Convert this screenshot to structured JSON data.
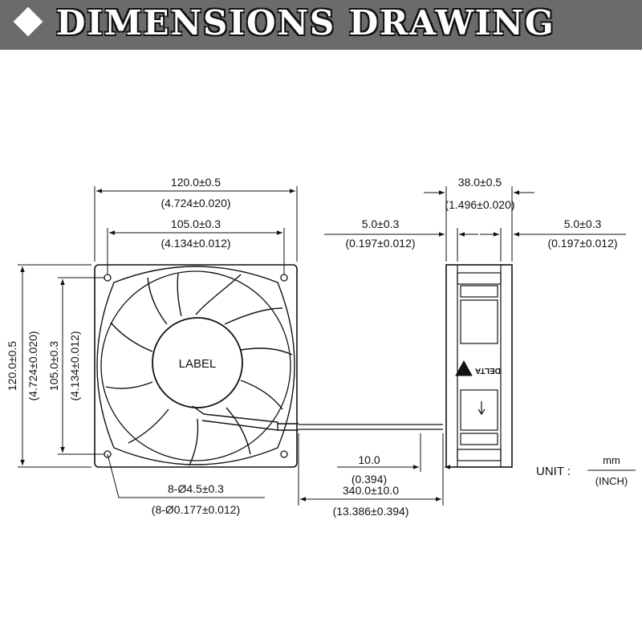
{
  "banner": {
    "title": "DIMENSIONS DRAWING"
  },
  "front_view": {
    "overall_width_mm": "120.0±0.5",
    "overall_width_in": "(4.724±0.020)",
    "hole_spacing_mm": "105.0±0.3",
    "hole_spacing_in": "(4.134±0.012)",
    "overall_height_mm": "120.0±0.5",
    "overall_height_in": "(4.724±0.020)",
    "hole_vspacing_mm": "105.0±0.3",
    "hole_vspacing_in": "(4.134±0.012)",
    "hub_label": "LABEL",
    "hole_dia_mm": "8-Ø4.5±0.3",
    "hole_dia_in": "(8-Ø0.177±0.012)"
  },
  "side_view": {
    "depth_mm": "38.0±0.5",
    "depth_in": "(1.496±0.020)",
    "flange_left_mm": "5.0±0.3",
    "flange_left_in": "(0.197±0.012)",
    "flange_right_mm": "5.0±0.3",
    "flange_right_in": "(0.197±0.012)",
    "brand_mark": "DELTA"
  },
  "wire": {
    "strip_mm": "10.0",
    "strip_in": "(0.394)",
    "length_mm": "340.0±10.0",
    "length_in": "(13.386±0.394)"
  },
  "unit": {
    "label": "UNIT :",
    "primary": "mm",
    "secondary": "(INCH)"
  }
}
